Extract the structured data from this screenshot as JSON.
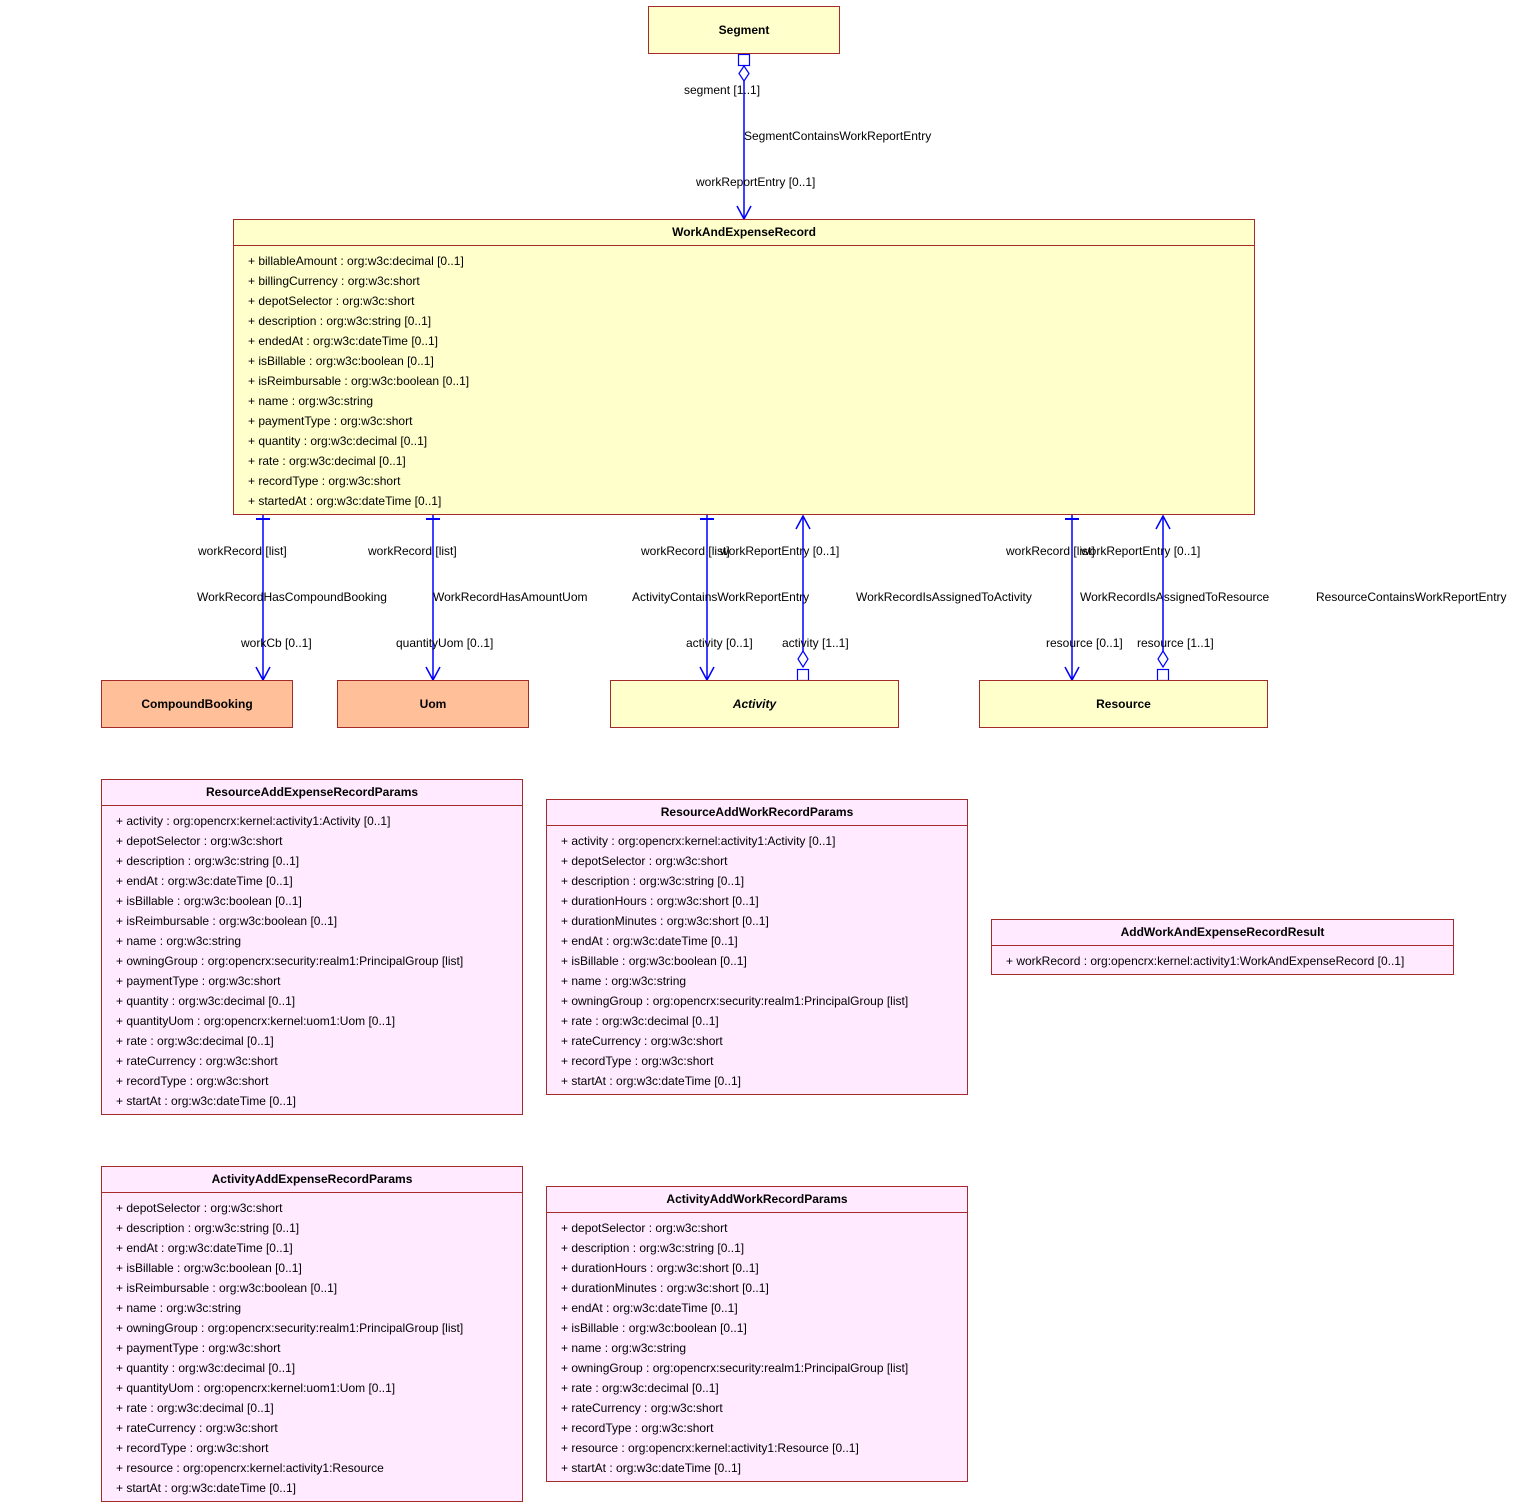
{
  "classes": {
    "segment": {
      "name": "Segment"
    },
    "work_and_expense_record": {
      "name": "WorkAndExpenseRecord",
      "attributes": [
        "+ billableAmount : org:w3c:decimal [0..1]",
        "+ billingCurrency : org:w3c:short",
        "+ depotSelector : org:w3c:short",
        "+ description : org:w3c:string [0..1]",
        "+ endedAt : org:w3c:dateTime [0..1]",
        "+ isBillable : org:w3c:boolean [0..1]",
        "+ isReimbursable : org:w3c:boolean [0..1]",
        "+ name : org:w3c:string",
        "+ paymentType : org:w3c:short",
        "+ quantity : org:w3c:decimal [0..1]",
        "+ rate : org:w3c:decimal [0..1]",
        "+ recordType : org:w3c:short",
        "+ startedAt : org:w3c:dateTime [0..1]"
      ]
    },
    "compound_booking": {
      "name": "CompoundBooking"
    },
    "uom": {
      "name": "Uom"
    },
    "activity": {
      "name": "Activity"
    },
    "resource": {
      "name": "Resource"
    },
    "resource_add_expense_record_params": {
      "name": "ResourceAddExpenseRecordParams",
      "attributes": [
        "+ activity : org:opencrx:kernel:activity1:Activity [0..1]",
        "+ depotSelector : org:w3c:short",
        "+ description : org:w3c:string [0..1]",
        "+ endAt : org:w3c:dateTime [0..1]",
        "+ isBillable : org:w3c:boolean [0..1]",
        "+ isReimbursable : org:w3c:boolean [0..1]",
        "+ name : org:w3c:string",
        "+ owningGroup : org:opencrx:security:realm1:PrincipalGroup [list]",
        "+ paymentType : org:w3c:short",
        "+ quantity : org:w3c:decimal [0..1]",
        "+ quantityUom : org:opencrx:kernel:uom1:Uom [0..1]",
        "+ rate : org:w3c:decimal [0..1]",
        "+ rateCurrency : org:w3c:short",
        "+ recordType : org:w3c:short",
        "+ startAt : org:w3c:dateTime [0..1]"
      ]
    },
    "resource_add_work_record_params": {
      "name": "ResourceAddWorkRecordParams",
      "attributes": [
        "+ activity : org:opencrx:kernel:activity1:Activity [0..1]",
        "+ depotSelector : org:w3c:short",
        "+ description : org:w3c:string [0..1]",
        "+ durationHours : org:w3c:short [0..1]",
        "+ durationMinutes : org:w3c:short [0..1]",
        "+ endAt : org:w3c:dateTime [0..1]",
        "+ isBillable : org:w3c:boolean [0..1]",
        "+ name : org:w3c:string",
        "+ owningGroup : org:opencrx:security:realm1:PrincipalGroup [list]",
        "+ rate : org:w3c:decimal [0..1]",
        "+ rateCurrency : org:w3c:short",
        "+ recordType : org:w3c:short",
        "+ startAt : org:w3c:dateTime [0..1]"
      ]
    },
    "add_work_and_expense_record_result": {
      "name": "AddWorkAndExpenseRecordResult",
      "attributes": [
        "+ workRecord : org:opencrx:kernel:activity1:WorkAndExpenseRecord [0..1]"
      ]
    },
    "activity_add_expense_record_params": {
      "name": "ActivityAddExpenseRecordParams",
      "attributes": [
        "+ depotSelector : org:w3c:short",
        "+ description : org:w3c:string [0..1]",
        "+ endAt : org:w3c:dateTime [0..1]",
        "+ isBillable : org:w3c:boolean [0..1]",
        "+ isReimbursable : org:w3c:boolean [0..1]",
        "+ name : org:w3c:string",
        "+ owningGroup : org:opencrx:security:realm1:PrincipalGroup [list]",
        "+ paymentType : org:w3c:short",
        "+ quantity : org:w3c:decimal [0..1]",
        "+ quantityUom : org:opencrx:kernel:uom1:Uom [0..1]",
        "+ rate : org:w3c:decimal [0..1]",
        "+ rateCurrency : org:w3c:short",
        "+ recordType : org:w3c:short",
        "+ resource : org:opencrx:kernel:activity1:Resource",
        "+ startAt : org:w3c:dateTime [0..1]"
      ]
    },
    "activity_add_work_record_params": {
      "name": "ActivityAddWorkRecordParams",
      "attributes": [
        "+ depotSelector : org:w3c:short",
        "+ description : org:w3c:string [0..1]",
        "+ durationHours : org:w3c:short [0..1]",
        "+ durationMinutes : org:w3c:short [0..1]",
        "+ endAt : org:w3c:dateTime [0..1]",
        "+ isBillable : org:w3c:boolean [0..1]",
        "+ name : org:w3c:string",
        "+ owningGroup : org:opencrx:security:realm1:PrincipalGroup [list]",
        "+ rate : org:w3c:decimal [0..1]",
        "+ rateCurrency : org:w3c:short",
        "+ recordType : org:w3c:short",
        "+ resource : org:opencrx:kernel:activity1:Resource [0..1]",
        "+ startAt : org:w3c:dateTime [0..1]"
      ]
    }
  },
  "associations": {
    "segment_contains_work_report_entry": {
      "name": "SegmentContainsWorkReportEntry",
      "source_role": "segment [1..1]",
      "target_role": "workReportEntry [0..1]"
    },
    "work_record_has_compound_booking": {
      "name": "WorkRecordHasCompoundBooking",
      "source_role": "workRecord [list]",
      "target_role": "workCb [0..1]"
    },
    "work_record_has_amount_uom": {
      "name": "WorkRecordHasAmountUom",
      "source_role": "workRecord [list]",
      "target_role": "quantityUom [0..1]"
    },
    "work_record_is_assigned_to_activity": {
      "name": "WorkRecordIsAssignedToActivity",
      "source_role": "workRecord [list]",
      "target_role": "activity [0..1]"
    },
    "activity_contains_work_report_entry": {
      "name": "ActivityContainsWorkReportEntry",
      "source_role": "activity [1..1]",
      "target_role": "workReportEntry [0..1]"
    },
    "work_record_is_assigned_to_resource": {
      "name": "WorkRecordIsAssignedToResource",
      "source_role": "workRecord [list]",
      "target_role": "resource [0..1]"
    },
    "resource_contains_work_report_entry": {
      "name": "ResourceContainsWorkReportEntry",
      "source_role": "resource [1..1]",
      "target_role": "workReportEntry [0..1]"
    }
  },
  "colors": {
    "edge": "#0000ff",
    "border": "#a52a2a",
    "class_fill": "#ffffcc",
    "external_fill": "#ffbf99",
    "params_fill": "#ffeaff"
  }
}
